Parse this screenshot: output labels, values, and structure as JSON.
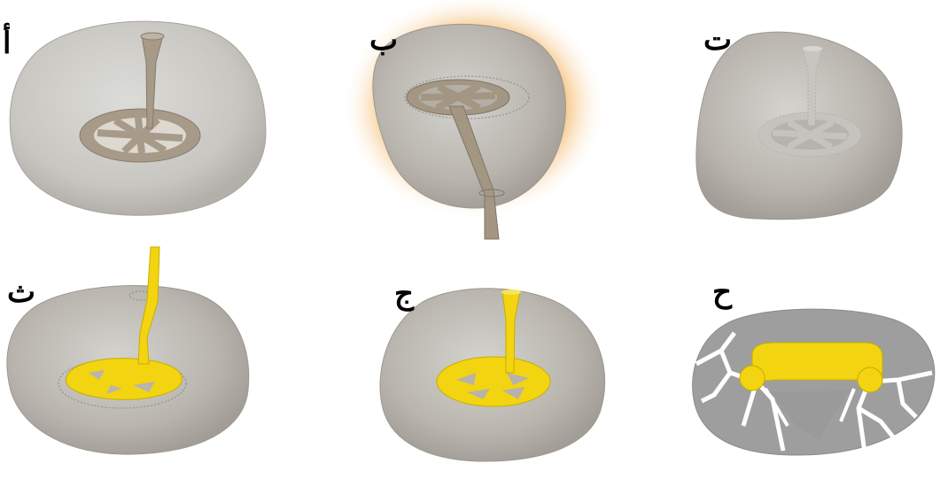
{
  "panels": [
    {
      "id": "a",
      "label": "أ"
    },
    {
      "id": "b",
      "label": "ب"
    },
    {
      "id": "c",
      "label": "ت"
    },
    {
      "id": "d",
      "label": "ث"
    },
    {
      "id": "e",
      "label": "ج"
    },
    {
      "id": "f",
      "label": "ح"
    }
  ],
  "colors": {
    "mold_light": "#cbc9c3",
    "mold_mid": "#b2ada6",
    "mold_dark": "#9f9b95",
    "wax_pattern": "#a79a88",
    "pattern_faded": "#c8c5c1",
    "glow": "#f4c98f",
    "molten_metal": "#f2d410",
    "shell_fragment": "#9e9e9e",
    "crack": "#ffffff"
  }
}
